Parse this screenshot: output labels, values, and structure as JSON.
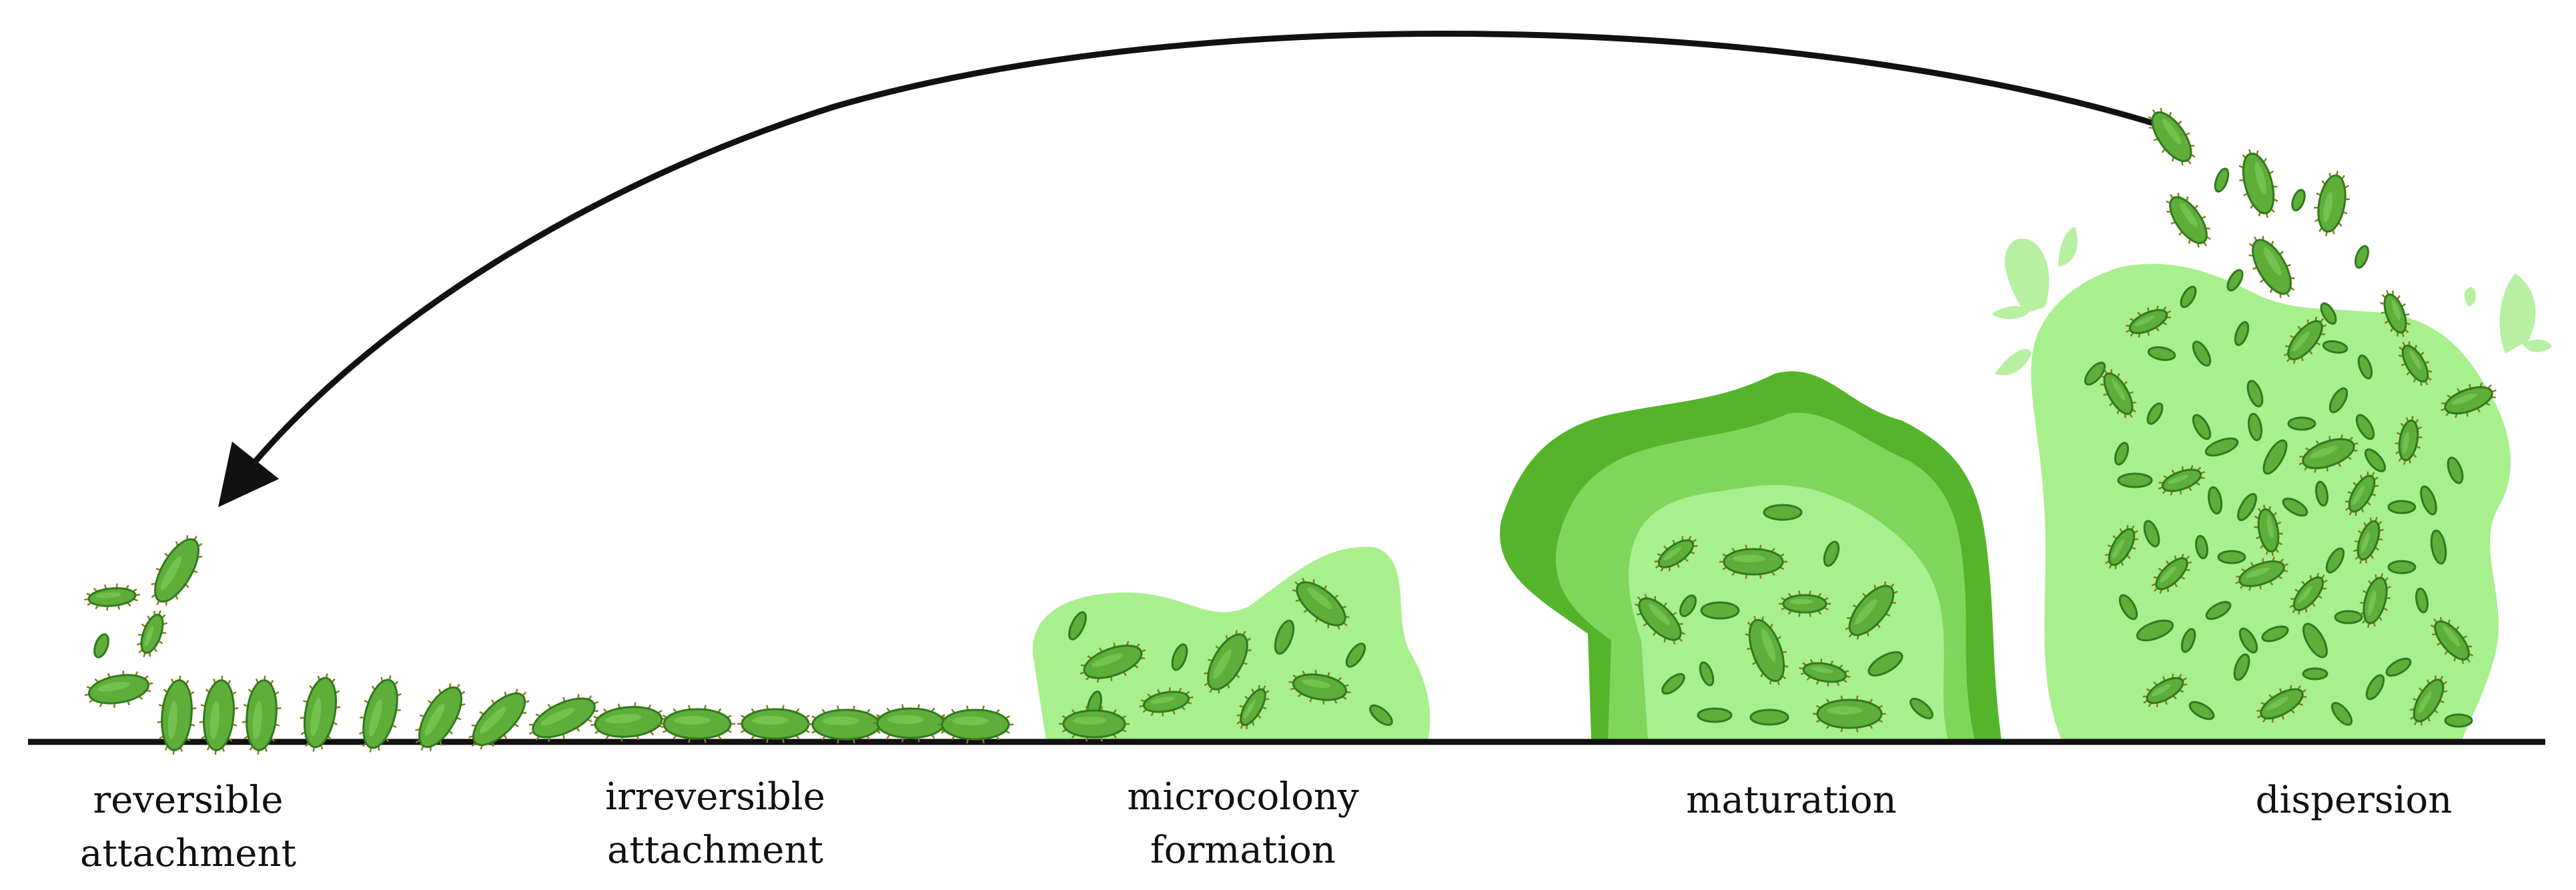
{
  "colors": {
    "background": "#ffffff",
    "baseline": "#111111",
    "arrow": "#111111",
    "bacterium_fill": "#5fae3a",
    "bacterium_outline": "#2f7a1e",
    "bacterium_spikes": "#8a7a18",
    "matrix_light": "#a8ef8e",
    "matrix_mid": "#7fd65a",
    "matrix_dark": "#55b42a",
    "dispersion_splash": "#b6f0a0"
  },
  "icons": {
    "bacterium": "rod-shaped-bacterium-icon",
    "cycle_arrow": "curved-arrow-left-icon"
  },
  "stages": [
    {
      "id": "reversible-attachment",
      "lines": [
        "reversible",
        "attachment"
      ]
    },
    {
      "id": "irreversible-attachment",
      "lines": [
        "irreversible",
        "attachment"
      ]
    },
    {
      "id": "microcolony-formation",
      "lines": [
        "microcolony",
        "formation"
      ]
    },
    {
      "id": "maturation",
      "lines": [
        "maturation"
      ]
    },
    {
      "id": "dispersion",
      "lines": [
        "dispersion"
      ]
    }
  ]
}
